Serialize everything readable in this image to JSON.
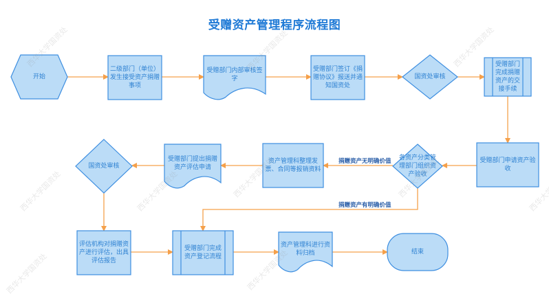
{
  "title": "受赠资产管理程序流程图",
  "watermark": "西华大学国资处",
  "colors": {
    "node_fill": "#bbdcf7",
    "node_stroke": "#3d8ee0",
    "arrow": "#f5a04a",
    "title": "#1f7ad6",
    "text": "#2f82d2",
    "edge_label": "#2a5ea8"
  },
  "nodes": {
    "start": {
      "label": "开始",
      "shape": "hexagon"
    },
    "n1": {
      "label": "二级部门（单位）发生接受资产捐赠事项",
      "shape": "process"
    },
    "n2": {
      "label": "受赠部门内部审核签字",
      "shape": "document"
    },
    "n3": {
      "label": "受赠部门签订《捐赠协议》报送并通知国资处",
      "shape": "process"
    },
    "d1": {
      "label": "国资处审核",
      "shape": "decision"
    },
    "n4": {
      "label": "受赠部门完成捐赠资产的交接手续",
      "shape": "predefined-process"
    },
    "n5": {
      "label": "受赠部门申请资产验收",
      "shape": "process"
    },
    "d2": {
      "label": "各资产分类管理部门组织资产验收",
      "shape": "decision"
    },
    "n6": {
      "label": "资产管理科整理发票、合同等报销资料",
      "shape": "process"
    },
    "n7": {
      "label": "受赠部门提出捐赠资产评估申请",
      "shape": "document"
    },
    "d3": {
      "label": "国资处审核",
      "shape": "decision"
    },
    "n8": {
      "label": "评估机构对捐赠资产进行评估，出具评估报告",
      "shape": "process"
    },
    "n9": {
      "label": "受赠部门完成资产登记流程",
      "shape": "predefined-process"
    },
    "n10": {
      "label": "资产管理科进行资料归档",
      "shape": "document"
    },
    "end": {
      "label": "结束",
      "shape": "terminator"
    }
  },
  "edges": [
    {
      "from": "start",
      "to": "n1"
    },
    {
      "from": "n1",
      "to": "n2"
    },
    {
      "from": "n2",
      "to": "n3"
    },
    {
      "from": "n3",
      "to": "d1"
    },
    {
      "from": "d1",
      "to": "n4"
    },
    {
      "from": "n4",
      "to": "n5"
    },
    {
      "from": "n5",
      "to": "d2"
    },
    {
      "from": "d2",
      "to": "n6",
      "label": "捐赠资产无明确价值"
    },
    {
      "from": "d2",
      "to": "n9",
      "label": "捐赠资产有明确价值"
    },
    {
      "from": "n6",
      "to": "n7"
    },
    {
      "from": "n7",
      "to": "d3"
    },
    {
      "from": "d3",
      "to": "n8"
    },
    {
      "from": "n8",
      "to": "n9"
    },
    {
      "from": "n9",
      "to": "n10"
    },
    {
      "from": "n10",
      "to": "end"
    }
  ]
}
